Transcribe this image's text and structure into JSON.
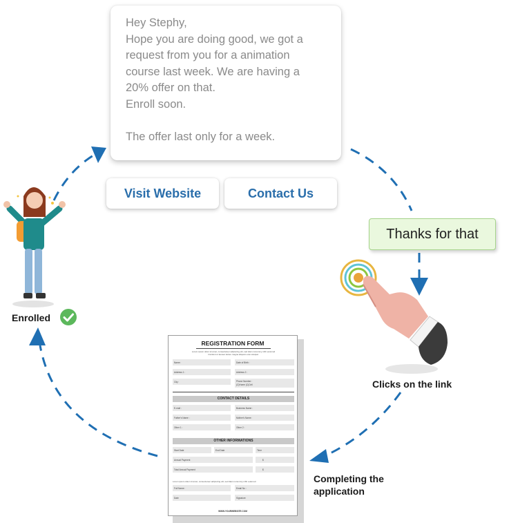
{
  "message": {
    "lines": [
      "Hey Stephy,",
      "Hope you are doing good, we got a",
      "request from you for a animation",
      "course last week. We are having a",
      "20% offer on that.",
      "Enroll soon.",
      "",
      "The offer last only for a week."
    ]
  },
  "buttons": {
    "visit": "Visit Website",
    "contact": "Contact Us"
  },
  "reply": "Thanks for that",
  "steps": {
    "clicks": "Clicks on the link",
    "completing_1": "Completing the",
    "completing_2": "application",
    "enrolled": "Enrolled"
  },
  "form": {
    "title": "REGISTRATION FORM",
    "intro_1": "Lorem ipsum dolor sit amet, consectetuer adipiscing elit, sed diam nonummy nibh euismod",
    "intro_2": "tincidunt ut laoreet dolore magna aliquam erat volutpat.",
    "name": "Name :",
    "dob": "Date of Birth :",
    "address1": "Address 1 :",
    "address2": "Address 2 :",
    "city": "City :",
    "phone_1": "Phone Number :",
    "phone_2": "(C)Home (C)Cell",
    "contact_section": "CONTACT DETAILS",
    "email": "E-mail :",
    "business": "Business Name :",
    "fathers": "Father's Name :",
    "mothers": "Mother's Name :",
    "other1": "Other 1 :",
    "other2": "Other 2 :",
    "other_section": "OTHER INFORMATIONS",
    "start": "Start Date",
    "end": "End Date",
    "time": "Time",
    "annual": "Annual Payment",
    "total": "Total Annual Payment",
    "dollar": "$",
    "outro": "Lorem ipsum dolor sit amet, consectetuer adipiscing elit, sed diam nonummy nibh euismod",
    "fullname": "Full Name :",
    "gender": "Email No :",
    "date": "Date",
    "signature": "Signature",
    "website": "WWW.YOURWEBSITE.COM"
  },
  "colors": {
    "arrow": "#1f6fb3",
    "button_text": "#2a6eab",
    "reply_bg": "#eaf8de",
    "reply_border": "#a5d38a",
    "check": "#5cb85c"
  },
  "icons": [
    "check-circle-icon",
    "touch-hand-icon",
    "girl-figure"
  ]
}
